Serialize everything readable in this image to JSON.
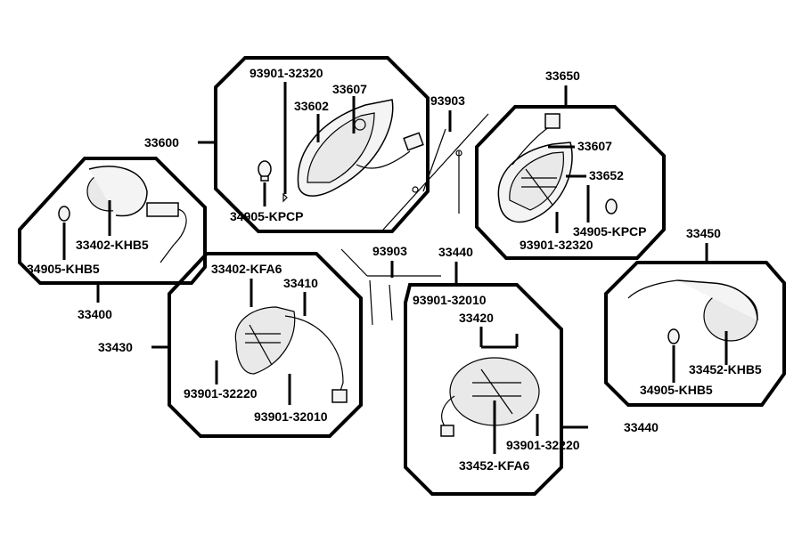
{
  "labels": {
    "g33600": "33600",
    "p93901_32320_a": "93901-32320",
    "p33607_a": "33607",
    "p33602": "33602",
    "p34905_KPCP_a": "34905-KPCP",
    "g93903_a": "93903",
    "g33650": "33650",
    "p33607_b": "33607",
    "p33652": "33652",
    "p34905_KPCP_b": "34905-KPCP",
    "p93901_32320_b": "93901-32320",
    "p33402_KHB5": "33402-KHB5",
    "p34905_KHB5_a": "34905-KHB5",
    "g33400": "33400",
    "g93903_b": "93903",
    "g33440_top": "33440",
    "p33402_KFA6": "33402-KFA6",
    "p33410": "33410",
    "g33430": "33430",
    "p93901_32220_a": "93901-32220",
    "p93901_32010_a": "93901-32010",
    "p93901_32010_b": "93901-32010",
    "p33420": "33420",
    "p93901_32220_b": "93901-32220",
    "p33452_KFA6": "33452-KFA6",
    "g33440_side": "33440",
    "g33450": "33450",
    "p33452_KHB5": "33452-KHB5",
    "p34905_KHB5_b": "34905-KHB5"
  },
  "colors": {
    "ink": "#000000",
    "paper": "#ffffff",
    "shade": "#e9e9e9"
  }
}
